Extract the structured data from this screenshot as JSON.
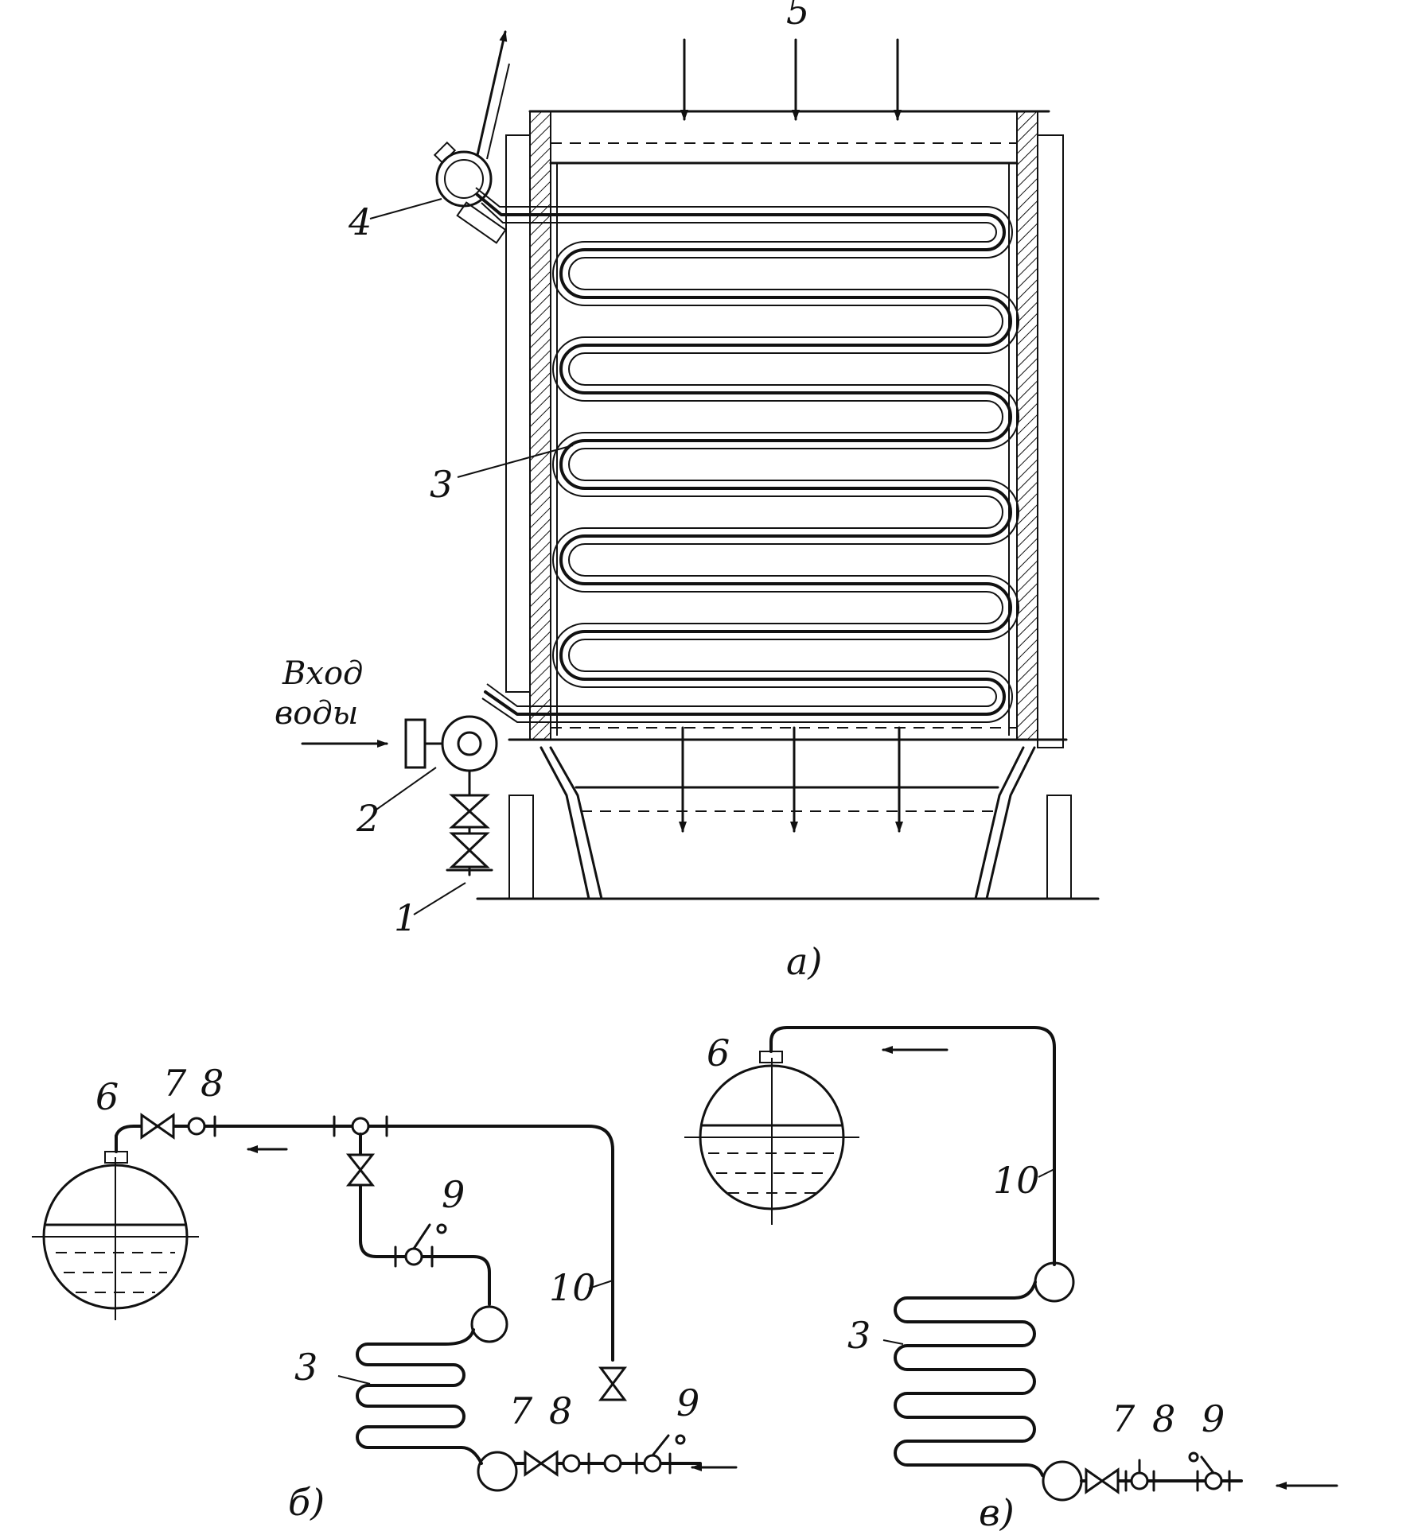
{
  "figure_a": {
    "labels": {
      "l1": "1",
      "l2": "2",
      "l3": "3",
      "l4": "4",
      "l5": "5"
    },
    "inlet_text_line1": "Вход",
    "inlet_text_line2": "воды",
    "caption": "а)"
  },
  "figure_b": {
    "labels": {
      "l6": "6",
      "l7a": "7",
      "l8a": "8",
      "l9a": "9",
      "l10": "10",
      "l3": "3",
      "l7b": "7",
      "l8b": "8",
      "l9b": "9"
    },
    "caption": "б)"
  },
  "figure_v": {
    "labels": {
      "l6": "6",
      "l10": "10",
      "l3": "3",
      "l7": "7",
      "l8": "8",
      "l9": "9"
    },
    "caption": "в)"
  }
}
